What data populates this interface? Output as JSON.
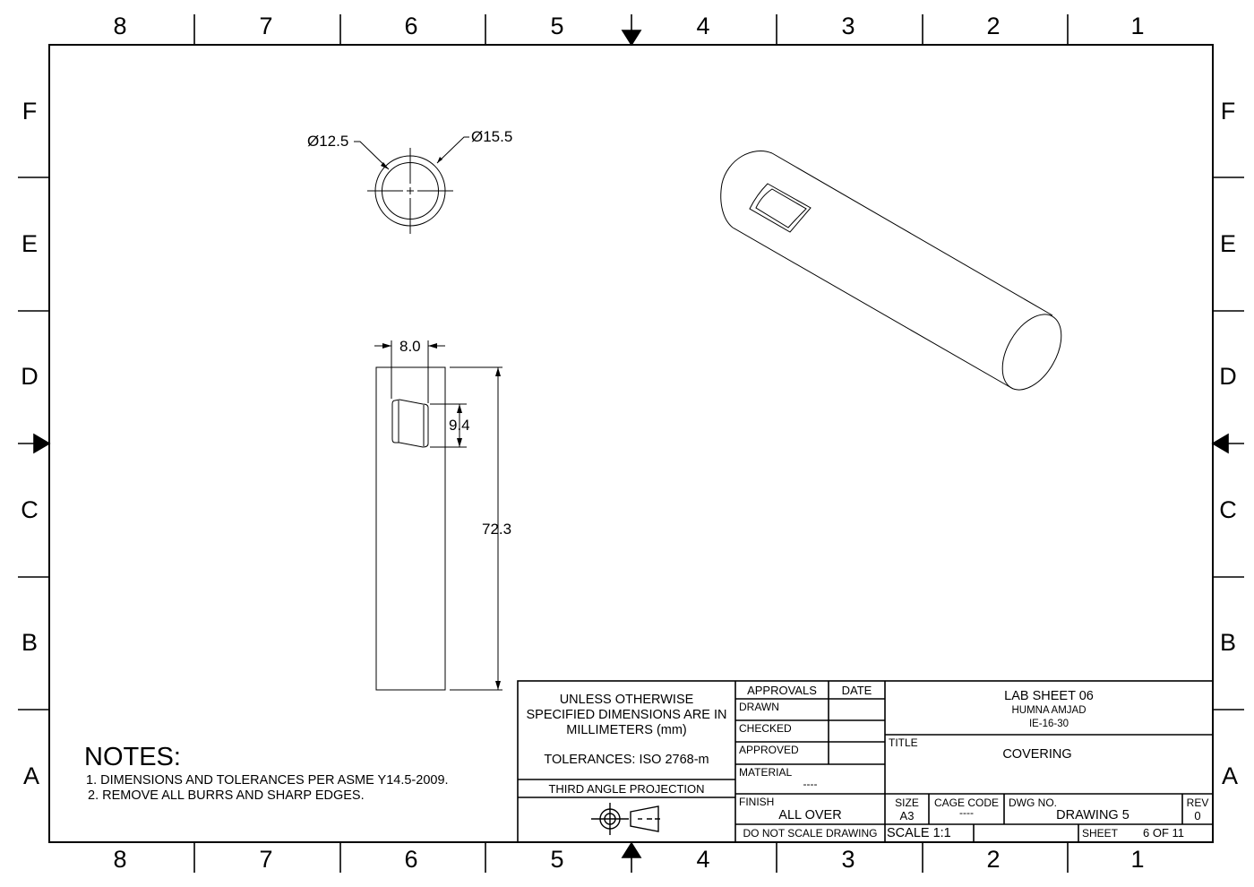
{
  "sheet": {
    "border_color": "#000000",
    "background": "#ffffff",
    "zones_horizontal": [
      "8",
      "7",
      "6",
      "5",
      "4",
      "3",
      "2",
      "1"
    ],
    "zones_vertical": [
      "F",
      "E",
      "D",
      "C",
      "B",
      "A"
    ]
  },
  "front_view": {
    "outer_diameter": "Ø15.5",
    "inner_diameter": "Ø12.5"
  },
  "side_view": {
    "slot_width": "8.0",
    "slot_height": "9.4",
    "overall_length": "72.3"
  },
  "notes": {
    "heading": "NOTES:",
    "items": [
      "1. DIMENSIONS AND TOLERANCES PER ASME Y14.5-2009.",
      "2. REMOVE ALL BURRS AND SHARP EDGES."
    ]
  },
  "title_block": {
    "general_note_lines": [
      "UNLESS OTHERWISE",
      "SPECIFIED DIMENSIONS ARE IN",
      "MILLIMETERS (mm)"
    ],
    "tolerances": "TOLERANCES: ISO 2768-m",
    "projection": "THIRD ANGLE PROJECTION",
    "approvals_header": "APPROVALS",
    "date_header": "DATE",
    "drawn_label": "DRAWN",
    "checked_label": "CHECKED",
    "approved_label": "APPROVED",
    "material_label": "MATERIAL",
    "material_value": "----",
    "finish_label": "FINISH",
    "finish_value": "ALL OVER",
    "do_not_scale": "DO NOT SCALE DRAWING",
    "sheet_title": "LAB SHEET 06",
    "author": "HUMNA AMJAD",
    "roll_no": "IE-16-30",
    "title_label": "TITLE",
    "title_value": "COVERING",
    "size_label": "SIZE",
    "size_value": "A3",
    "cage_label": "CAGE CODE",
    "cage_value": "----",
    "dwg_label": "DWG NO.",
    "dwg_value": "DRAWING 5",
    "rev_label": "REV",
    "rev_value": "0",
    "scale": "SCALE 1:1",
    "sheet_label": "SHEET",
    "sheet_value": "6 OF 11"
  }
}
